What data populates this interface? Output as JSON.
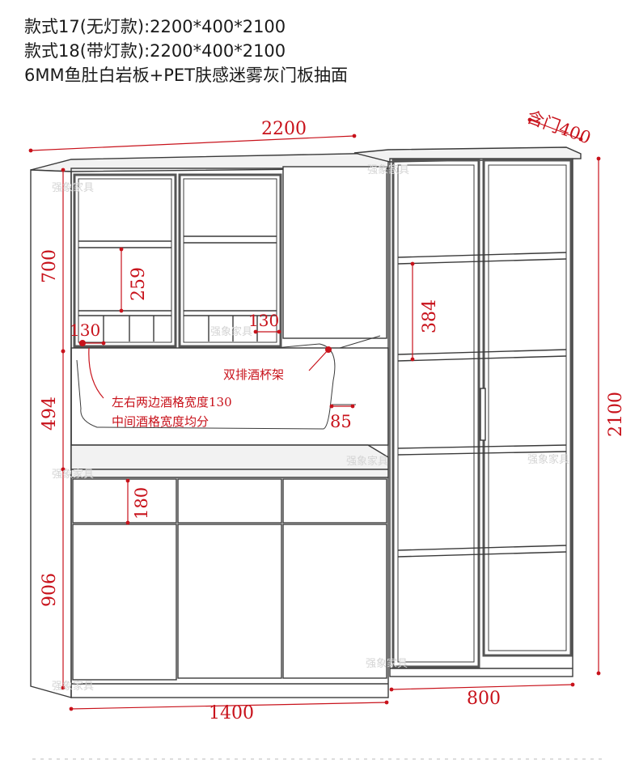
{
  "header": {
    "line1": "款式17(无灯款):2200*400*2100",
    "line2": "款式18(带灯款):2200*400*2100",
    "line3": "6MM鱼肚白岩板+PET肤感迷雾灰门板抽面"
  },
  "dimensions": {
    "total_width": "2200",
    "depth": "含门400",
    "total_height": "2100",
    "upper_height": "700",
    "middle_height": "494",
    "lower_height": "906",
    "left_width": "1400",
    "right_width": "800",
    "shelf_gap_left": "259",
    "shelf_gap_right": "384",
    "wine_slot_left": "130",
    "wine_slot_right": "130",
    "drawer_height": "180",
    "cup_rack_depth": "85"
  },
  "notes": {
    "wine_glass_rack": "双排酒杯架",
    "wine_slot_line1": "左右两边酒格宽度130",
    "wine_slot_line2": "中间酒格宽度均分"
  },
  "watermark": "强象家具",
  "colors": {
    "line": "#3a3a3a",
    "frame": "#555555",
    "dimension": "#c8121b",
    "watermark": "#d4d4d4"
  }
}
